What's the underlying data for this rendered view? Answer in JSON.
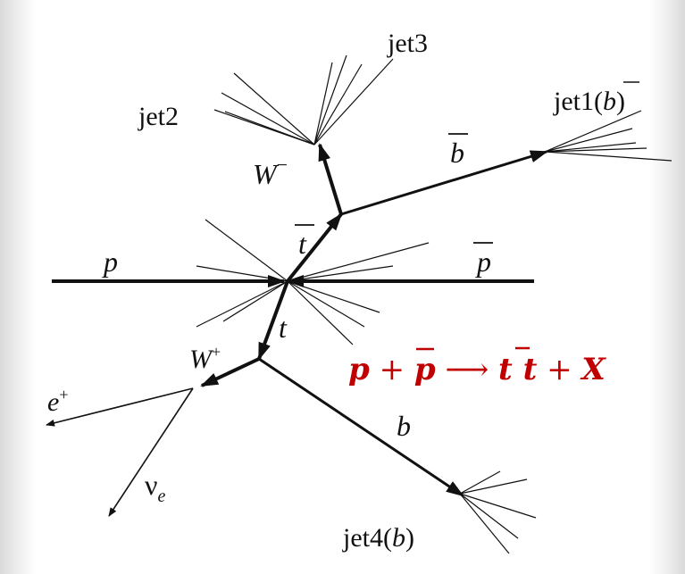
{
  "labels": {
    "jet1_pre": "jet1(",
    "jet1_b": "b",
    "jet1_post": ")",
    "jet2": "jet2",
    "jet3": "jet3",
    "jet4_pre": "jet4(",
    "jet4_b": "b",
    "jet4_post": ")",
    "b": "b",
    "bbar": "b",
    "t": "t",
    "tbar": "t",
    "p": "p",
    "pbar": "p",
    "w_minus_base": "W",
    "w_minus_sup": "−",
    "w_plus_base": "W",
    "w_plus_sup": "+",
    "e_base": "e",
    "e_sup": "+",
    "nu_base": "ν",
    "nu_sub": "e"
  },
  "equation": {
    "p1": "p",
    "plus1": " + ",
    "p2": "p",
    "arrow": " ⟶ ",
    "t1": "t",
    "space": " ",
    "t2": "t",
    "plus2": " + ",
    "x": "X"
  },
  "colors": {
    "line": "#111111",
    "equation": "#c00000"
  }
}
